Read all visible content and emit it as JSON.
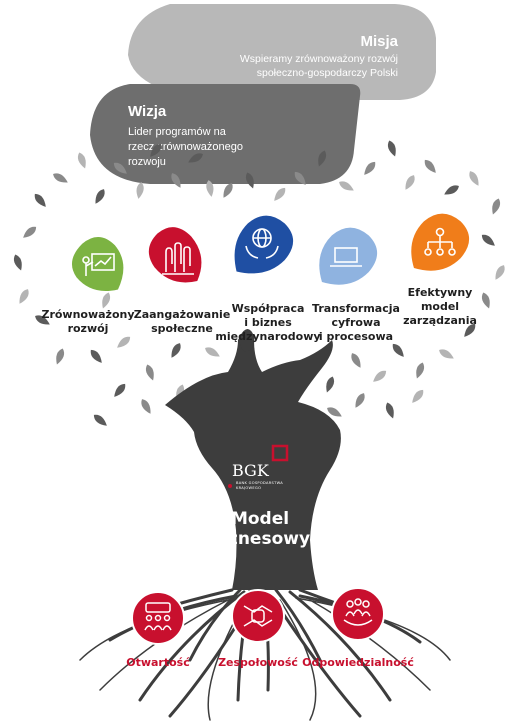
{
  "mission": {
    "title": "Misja",
    "lines": [
      "Wspieramy zrównoważony rozwój",
      "społeczno-gospodarczy Polski"
    ]
  },
  "vision": {
    "title": "Wizja",
    "lines": [
      "Lider programów na",
      "rzecz zrównoważonego",
      "rozwoju"
    ]
  },
  "pillars": [
    {
      "label_lines": [
        "Zrównoważony",
        "rozwój"
      ],
      "color": "#7cb342",
      "icon": "presentation-growth-icon"
    },
    {
      "label_lines": [
        "Zaangażowanie",
        "społeczne"
      ],
      "color": "#c8102e",
      "icon": "raised-hands-icon"
    },
    {
      "label_lines": [
        "Współpraca",
        "i biznes",
        "międzynarodowy"
      ],
      "color": "#1f4fa3",
      "icon": "globe-hands-icon"
    },
    {
      "label_lines": [
        "Transformacja",
        "cyfrowa",
        "i procesowa"
      ],
      "color": "#8fb3e0",
      "icon": "laptop-icon"
    },
    {
      "label_lines": [
        "Efektywny",
        "model",
        "zarządzania"
      ],
      "color": "#f07d1a",
      "icon": "org-chart-icon"
    }
  ],
  "brand": {
    "name": "BGK",
    "subtitle_lines": [
      "BANK GOSPODARSTWA",
      "KRAJOWEGO"
    ],
    "accent": "#c8102e"
  },
  "trunk_label_lines": [
    "Model",
    "biznesowy"
  ],
  "values": [
    {
      "label": "Otwartość",
      "icon": "group-meeting-icon"
    },
    {
      "label": "Zespołowość",
      "icon": "joined-hands-icon"
    },
    {
      "label": "Odpowiedzialność",
      "icon": "people-support-icon"
    }
  ],
  "colors": {
    "dark_gray": "#5b5b5b",
    "mid_gray": "#8a8a8a",
    "light_gray": "#b4b4b4",
    "trunk": "#3d3d3d",
    "value_red": "#c8102e"
  }
}
